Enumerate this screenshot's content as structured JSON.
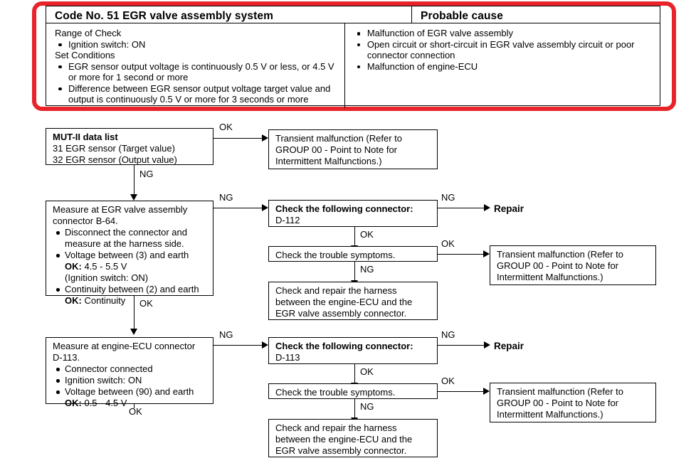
{
  "table": {
    "header_left": "Code No. 51 EGR valve assembly system",
    "header_right": "Probable cause",
    "range_title": "Range of Check",
    "range_items": [
      "Ignition switch: ON"
    ],
    "set_title": "Set Conditions",
    "set_items": [
      "EGR sensor output voltage is continuously 0.5 V or less, or 4.5 V or more for 1 second or more",
      "Difference between EGR sensor output voltage target value and output is continuously 0.5 V or more for 3 seconds or more"
    ],
    "causes": [
      "Malfunction of EGR valve assembly",
      "Open circuit or short-circuit in EGR valve assembly circuit or poor connector connection",
      "Malfunction of engine-ECU"
    ]
  },
  "flow": {
    "box_mut": {
      "title": "MUT-II data list",
      "line1": "31 EGR sensor (Target value)",
      "line2": "32 EGR sensor (Output value)"
    },
    "transient_text": "Transient malfunction (Refer to GROUP 00 - Point to Note for Intermittent Malfunctions.)",
    "box_measure_b64": {
      "line1": "Measure at EGR valve assembly",
      "line2": "connector B-64.",
      "item1": "Disconnect the connector and measure at the harness side.",
      "item2": "Voltage between (3) and earth",
      "item2_ok_label": "OK:",
      "item2_ok_value": "4.5 - 5.5 V",
      "item2_note": "(Ignition switch: ON)",
      "item3": "Continuity between (2) and earth",
      "item3_ok_label": "OK:",
      "item3_ok_value": "Continuity"
    },
    "box_measure_d113": {
      "line1": "Measure at engine-ECU connector",
      "line2": "D-113.",
      "item1": "Connector connected",
      "item2": "Ignition switch: ON",
      "item3": "Voltage between (90) and earth",
      "item3_ok_label": "OK:",
      "item3_ok_value": "0.5 - 4.5 V"
    },
    "check_connector_title": "Check the following connector:",
    "connector_d112": "D-112",
    "connector_d113": "D-113",
    "check_symptoms": "Check the trouble symptoms.",
    "harness_text": "Check and repair the harness between the engine-ECU and the EGR valve assembly connector.",
    "repair_label": "Repair",
    "labels": {
      "ok": "OK",
      "ng": "NG"
    }
  }
}
